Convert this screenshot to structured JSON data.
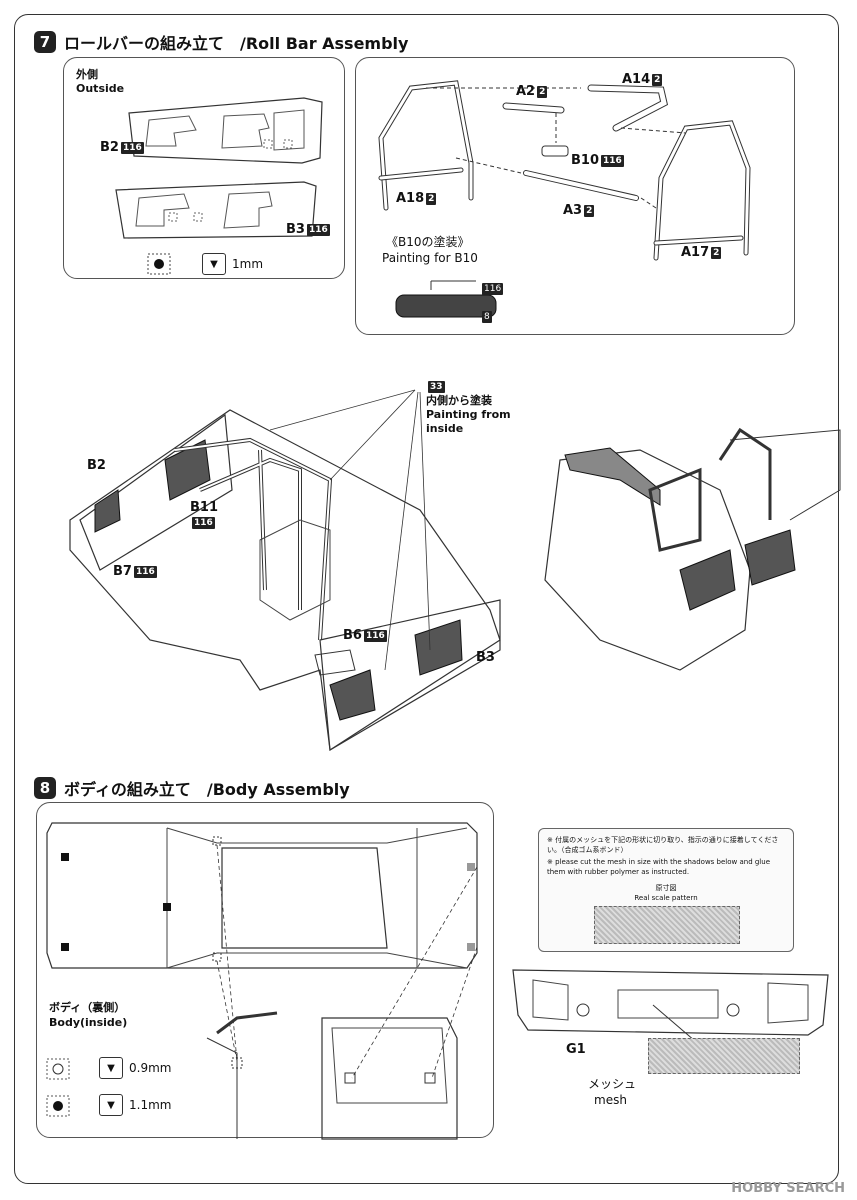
{
  "step7": {
    "number": "7",
    "title": "ロールバーの組み立て　/Roll Bar Assembly",
    "left_panel": {
      "outside_jp": "外側",
      "outside_en": "Outside",
      "b2": "B2",
      "b3": "B3",
      "drill_size": "1mm"
    },
    "right_panel": {
      "a2": "A2",
      "a14": "A14",
      "b10": "B10",
      "a18": "A18",
      "a3": "A3",
      "a17": "A17",
      "paint_jp": "《B10の塗装》",
      "paint_en": "Painting for B10",
      "color_116": "116",
      "color_8": "8"
    },
    "assembly": {
      "color_33": "33",
      "inside_jp": "内側から塗装",
      "inside_en_1": "Painting from",
      "inside_en_2": "inside",
      "b2": "B2",
      "b11": "B11",
      "b7": "B7",
      "b6": "B6",
      "b3": "B3"
    }
  },
  "step8": {
    "number": "8",
    "title": "ボディの組み立て　/Body Assembly",
    "body_inside_jp": "ボディ（裏側）",
    "body_inside_en": "Body(inside)",
    "drill_1": "0.9mm",
    "drill_2": "1.1mm",
    "note_jp": "※ 付属のメッシュを下記の形状に切り取り、指示の通りに接着してください。（合成ゴム系ボンド）",
    "note_en": "※ please cut the mesh in size with the shadows below and glue them with rubber polymer as instructed.",
    "scale_jp": "原寸図",
    "scale_en": "Real scale pattern",
    "g1": "G1",
    "mesh_jp": "メッシュ",
    "mesh_en": "mesh"
  },
  "badges": {
    "b116": "116",
    "b2": "2"
  },
  "watermark": "HOBBY SEARCH"
}
